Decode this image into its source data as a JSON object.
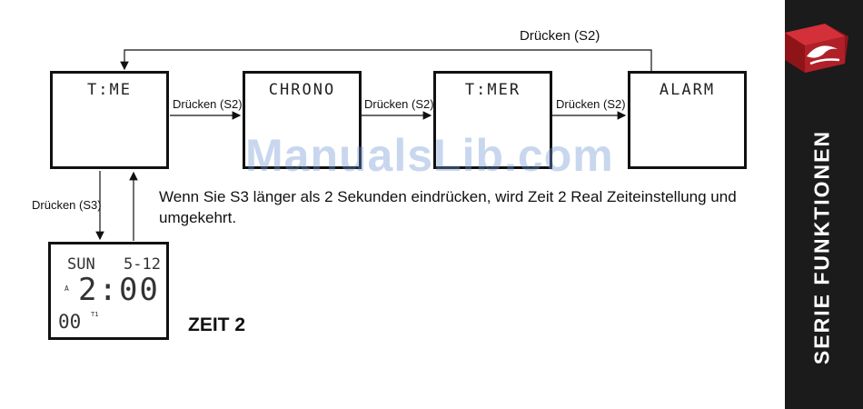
{
  "diagram": {
    "modes": [
      {
        "id": "time",
        "display": "T:ME"
      },
      {
        "id": "chrono",
        "display": "CHRONO"
      },
      {
        "id": "timer",
        "display": "T:MER"
      },
      {
        "id": "alarm",
        "display": "ALARM"
      }
    ],
    "labels": {
      "top_return": "Drücken (S2)",
      "time_to_chrono": "Drücken (S2)",
      "chrono_to_timer": "Drücken (S2)",
      "timer_to_alarm": "Drücken (S2)",
      "time_to_zeit2": "Drücken (S3)"
    },
    "zeit2_screen": {
      "day": "SUN",
      "date": "5-12",
      "am_marker": "A",
      "time": "2:00",
      "seconds": "00",
      "t_marker": "T1"
    }
  },
  "note": "Wenn Sie S3 länger als 2 Sekunden eindrücken, wird Zeit 2 Real Zeiteinstellung und umgekehrt.",
  "zeit2_title": "ZEIT 2",
  "sidebar": {
    "title": "SERIE FUNKTIONEN"
  },
  "watermark": "ManualsLib.com"
}
